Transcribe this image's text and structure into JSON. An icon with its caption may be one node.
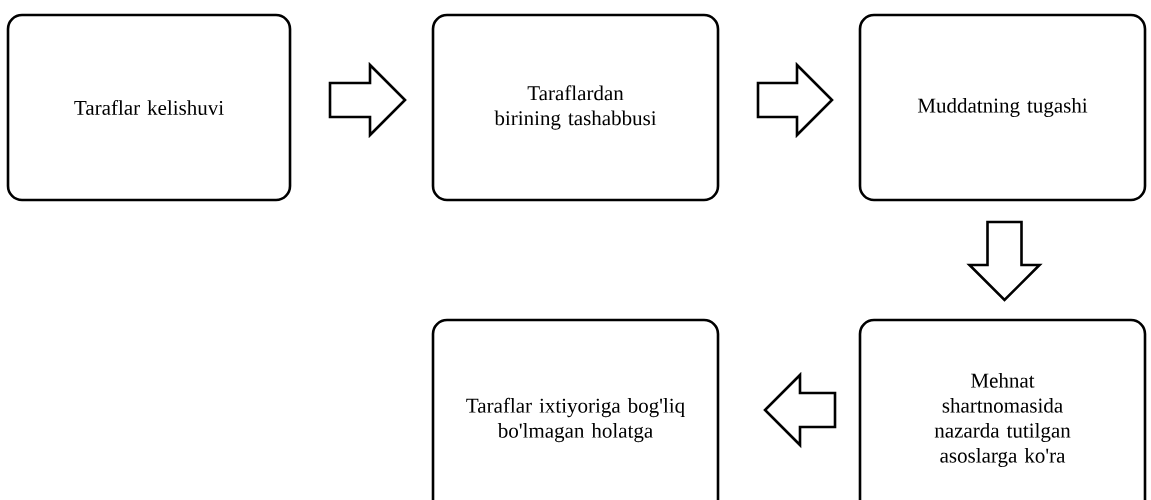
{
  "diagram": {
    "nodes": [
      {
        "text": [
          "Taraflar  kelishuvi"
        ]
      },
      {
        "text": [
          "Taraflardan birining tashabbusi"
        ]
      },
      {
        "text": [
          "Muddatning tugashi"
        ]
      },
      {
        "text": [
          "Mehnat shartnomasida nazarda tutilgan asoslarga ko'ra"
        ]
      },
      {
        "text": [
          "Taraflar ixtiyoriga bog'liq bo'lmagan holatga"
        ]
      }
    ],
    "edges": [
      {
        "from": 0,
        "to": 1,
        "arrow": "to"
      },
      {
        "from": 1,
        "to": 2,
        "arrow": "to"
      },
      {
        "from": 2,
        "to": 3,
        "arrow": "to"
      },
      {
        "from": 3,
        "to": 4,
        "arrow": "to"
      }
    ]
  }
}
